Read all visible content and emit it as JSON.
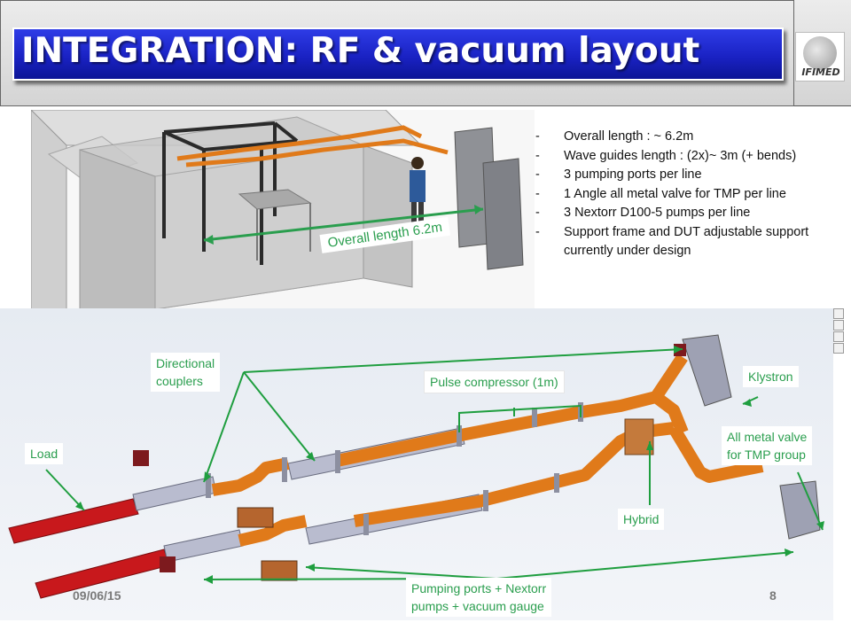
{
  "header": {
    "title": "INTEGRATION: RF & vacuum layout",
    "logo_text": "IFIMED"
  },
  "top_render": {
    "length_label": "Overall length 6.2m"
  },
  "bullets": [
    "Overall length : ~ 6.2m",
    "Wave guides length : (2x)~ 3m (+ bends)",
    "3 pumping ports per line",
    "1 Angle all metal valve for TMP per line",
    "3 Nextorr D100-5 pumps per line",
    "Support frame and DUT adjustable support currently under design"
  ],
  "labels": {
    "directional_couplers": [
      "Directional",
      "couplers"
    ],
    "pulse_compressor": "Pulse compressor (1m)",
    "klystron": "Klystron",
    "load": "Load",
    "all_metal_valve": [
      "All metal valve",
      "for TMP group"
    ],
    "hybrid": "Hybrid",
    "pumping_ports": [
      "Pumping ports + Nextorr",
      "pumps + vacuum gauge"
    ]
  },
  "footer": {
    "date": "09/06/15",
    "page": "8"
  },
  "colors": {
    "title_blue": "#1a22c4",
    "label_green": "#2a9e4e",
    "waveguide_orange": "#e07a1a",
    "load_red": "#c8181c"
  }
}
